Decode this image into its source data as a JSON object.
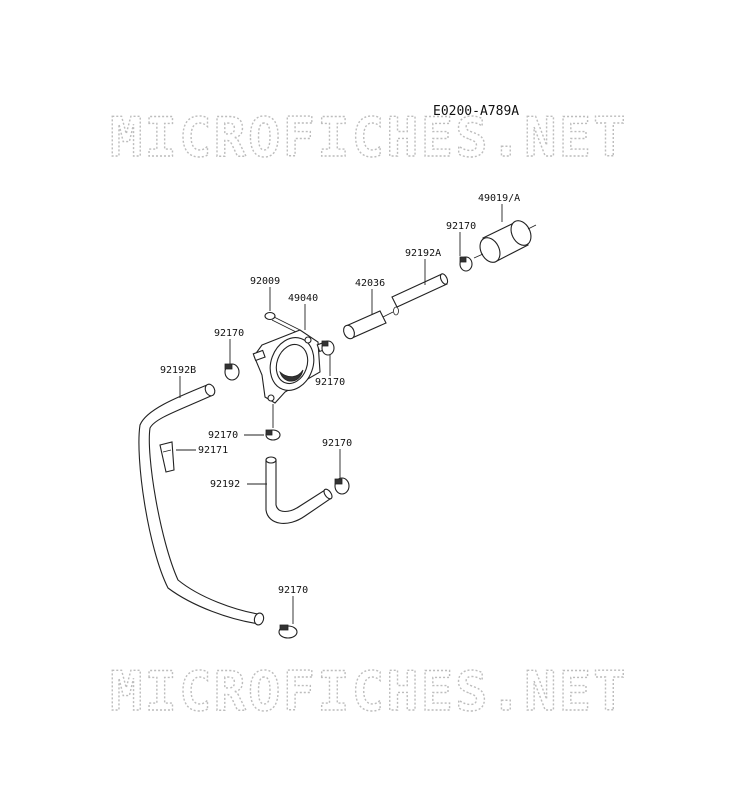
{
  "diagram_code": "E0200-A789A",
  "watermark": {
    "text": "MICROFICHES.NET"
  },
  "parts": {
    "fuel_filter": "49019/A",
    "clamp_filter": "92170",
    "hose_92192a": "92192A",
    "pipe": "42036",
    "screw": "92009",
    "fuel_pump": "49040",
    "clamp_pump_left": "92170",
    "clamp_pump_right": "92170",
    "hose_92192b": "92192B",
    "clamp_pump_bottom": "92170",
    "clip": "92171",
    "clamp_hose_right": "92170",
    "hose_92192": "92192",
    "clamp_bottom": "92170"
  }
}
